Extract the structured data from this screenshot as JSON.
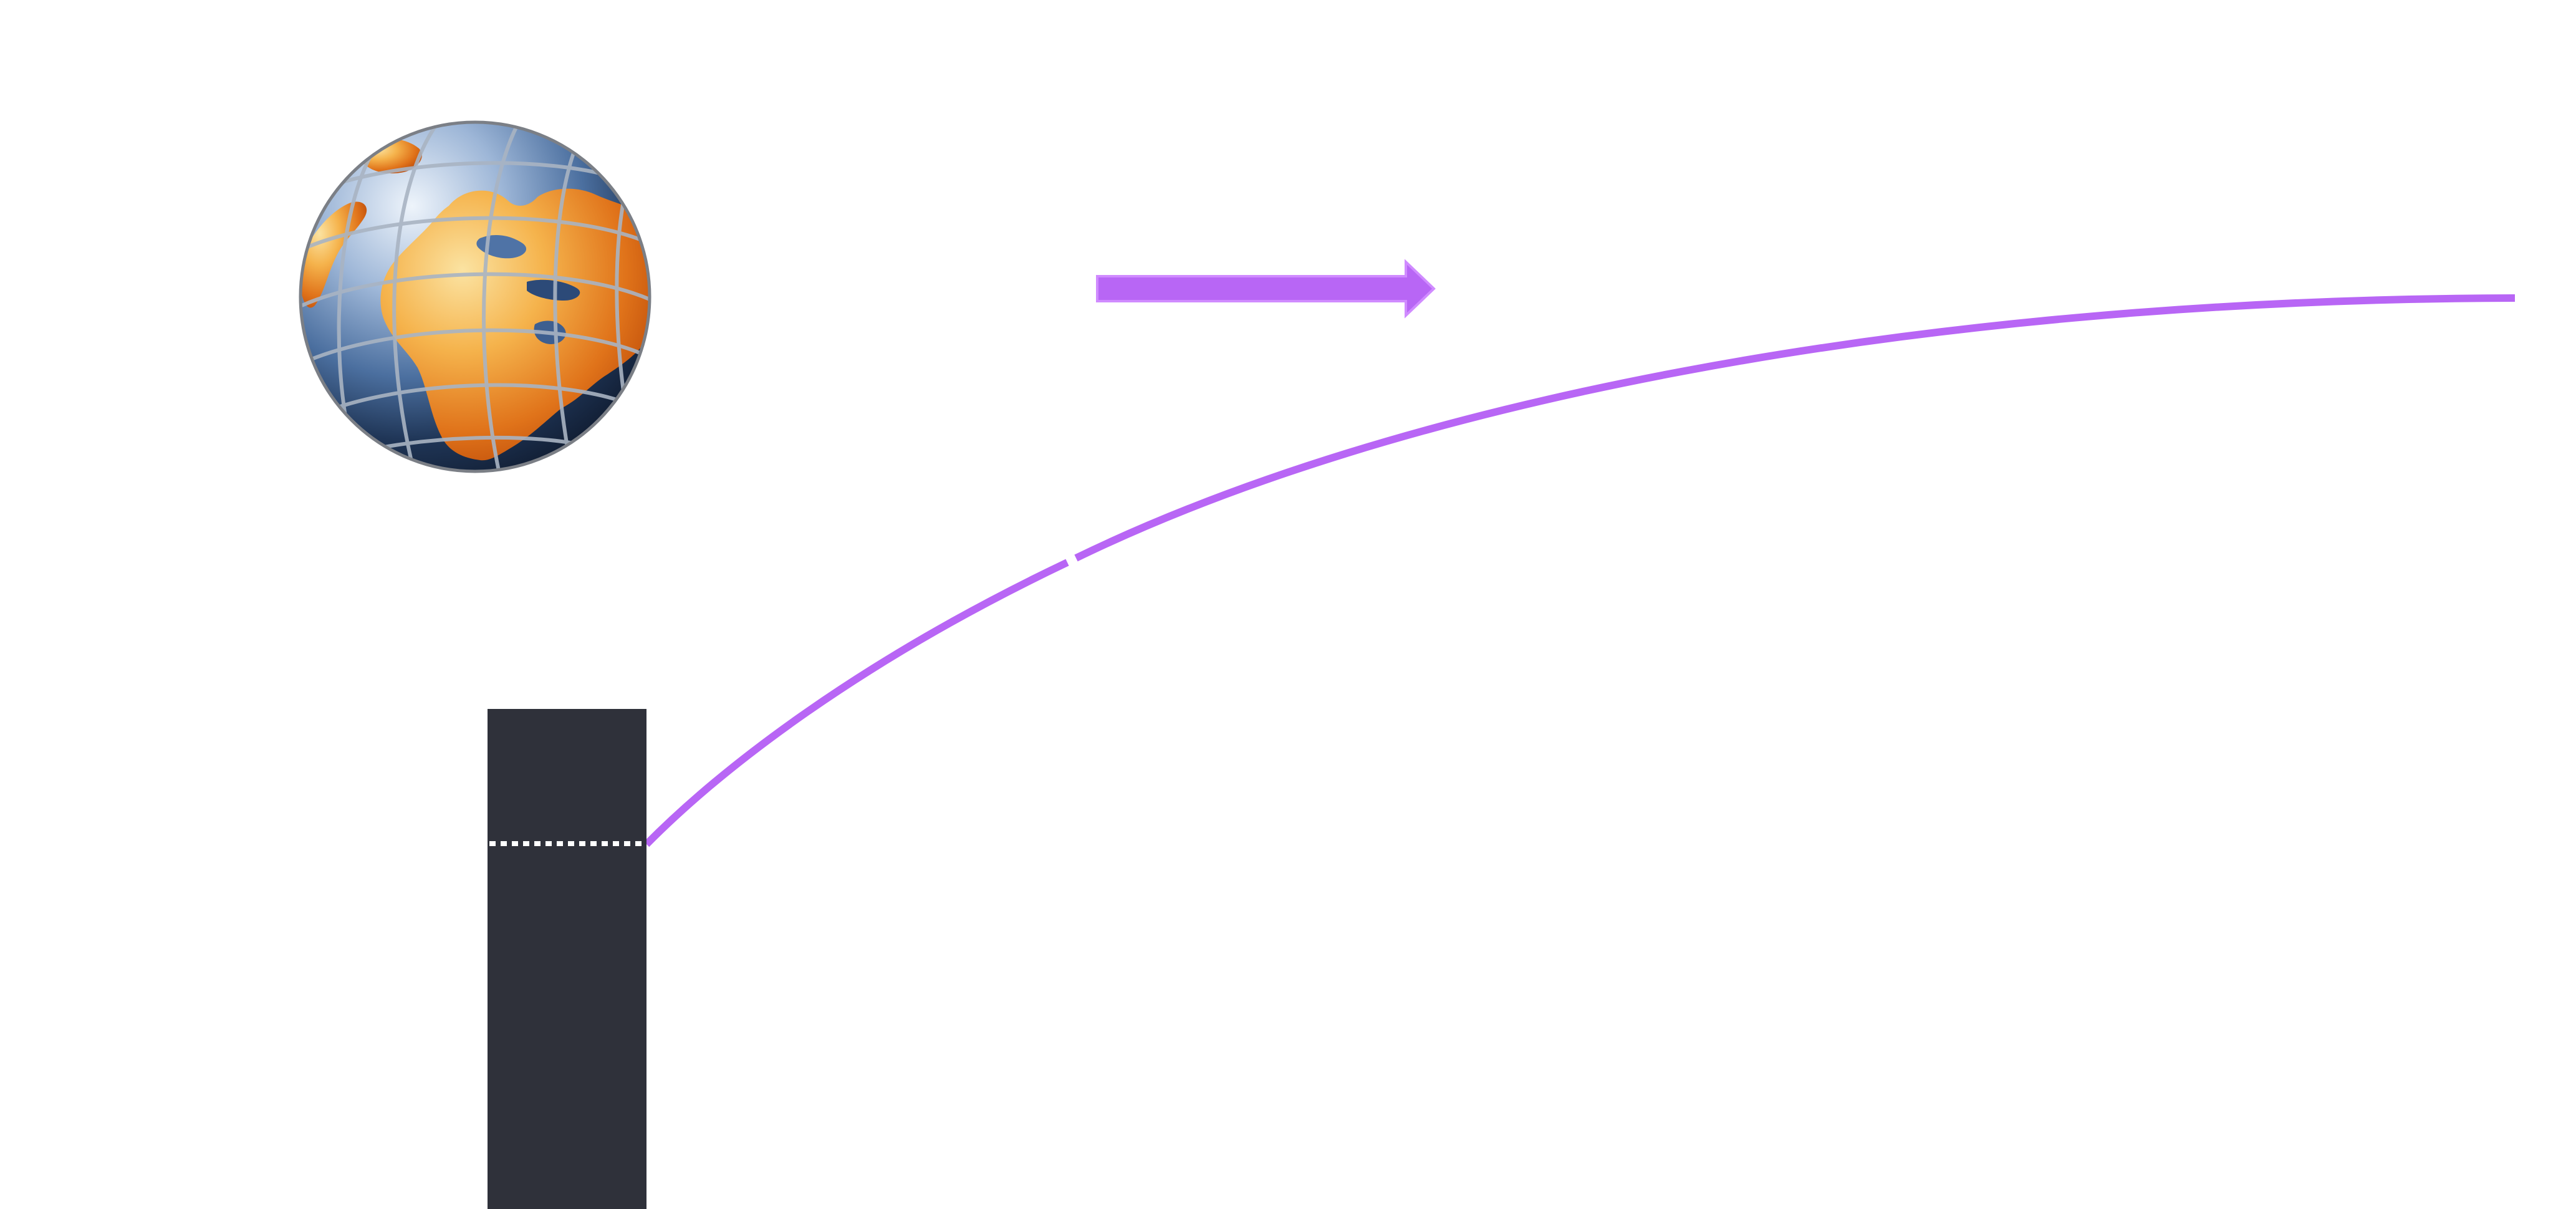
{
  "diagram": {
    "elements": [
      {
        "kind": "globe",
        "icon": "globe-icon"
      },
      {
        "kind": "arrow",
        "icon": "right-arrow-icon"
      },
      {
        "kind": "tower",
        "icon": "tower-icon"
      },
      {
        "kind": "trajectory-curve",
        "icon": "trajectory-curve"
      },
      {
        "kind": "height-marker",
        "icon": "dotted-height-marker"
      }
    ],
    "colors": {
      "background": "#ffffff",
      "accent_purple": "#b866f5",
      "arrow_stroke": "#d08bff",
      "tower": "#2f313a",
      "marker": "#ffffff",
      "ocean_light": "#dfe9f6",
      "ocean_mid": "#5f83b5",
      "ocean_dark": "#16263f",
      "land_light": "#f9d98a",
      "land_mid": "#f19a2b",
      "land_dark": "#c24a06",
      "grid": "#a9b4c3",
      "globe_outline": "#7b7f86"
    }
  }
}
